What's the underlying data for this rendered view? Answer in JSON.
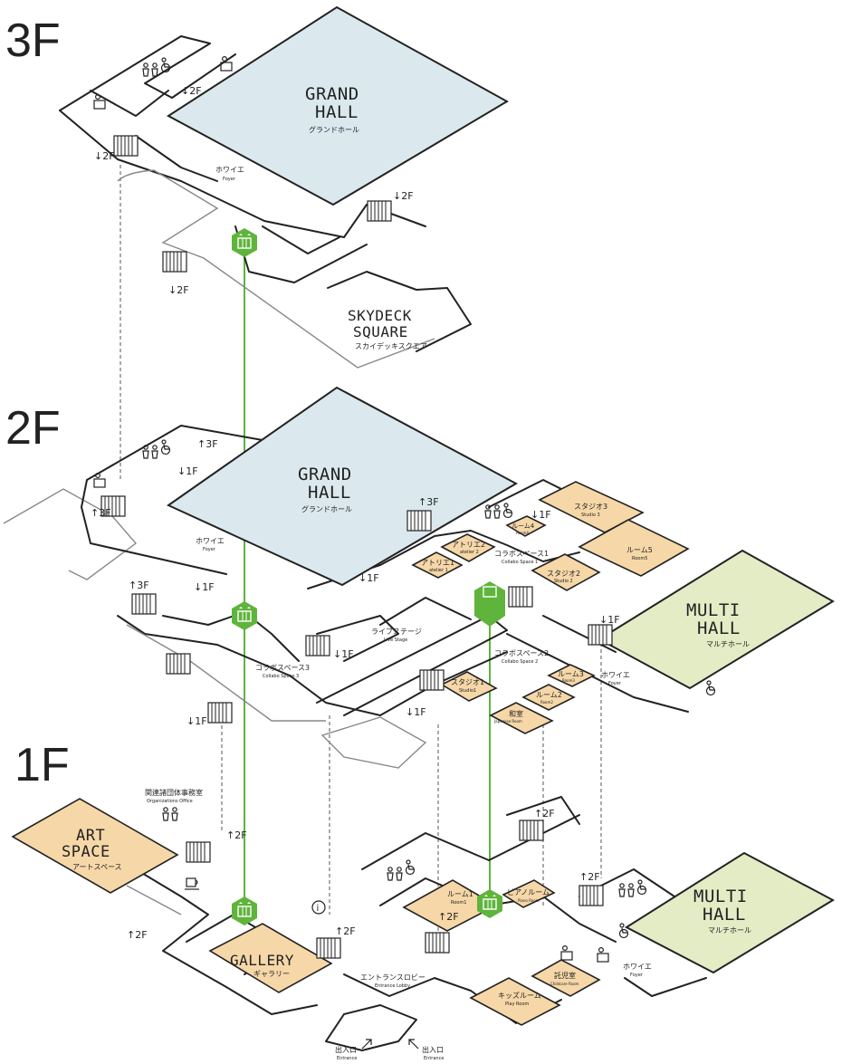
{
  "floors": [
    {
      "id": "3f",
      "label": "3F"
    },
    {
      "id": "2f",
      "label": "2F"
    },
    {
      "id": "1f",
      "label": "1F"
    }
  ],
  "halls": {
    "grand_3f": {
      "en_line1": "GRAND",
      "en_line2": "HALL",
      "jp": "グランドホール"
    },
    "grand_2f": {
      "en_line1": "GRAND",
      "en_line2": "HALL",
      "jp": "グランドホール"
    },
    "multi_2f": {
      "en_line1": "MULTI",
      "en_line2": "HALL",
      "jp": "マルチホール"
    },
    "multi_1f": {
      "en_line1": "MULTI",
      "en_line2": "HALL",
      "jp": "マルチホール"
    },
    "skydeck": {
      "en_line1": "SKYDECK",
      "en_line2": "SQUARE",
      "jp": "スカイデッキスクエア"
    },
    "art_space": {
      "en_line1": "ART",
      "en_line2": "SPACE",
      "jp": "アートスペース"
    },
    "gallery": {
      "en": "GALLERY",
      "jp": "ギャラリー"
    }
  },
  "labels": {
    "foyer_3f": {
      "jp": "ホワイエ",
      "en": "Foyer"
    },
    "foyer_2f": {
      "jp": "ホワイエ",
      "en": "Foyer"
    },
    "foyer_2f_multi": {
      "jp": "ホワイエ",
      "en": "Foyer"
    },
    "foyer_1f": {
      "jp": "ホワイエ",
      "en": "Foyer"
    },
    "collabo1": {
      "jp": "コラボスペース1",
      "en": "Collabo Space 1"
    },
    "collabo2": {
      "jp": "コラボスペース2",
      "en": "Collabo Space 2"
    },
    "collabo3": {
      "jp": "コラボスペース3",
      "en": "Collabo Space 3"
    },
    "live_stage": {
      "jp": "ライブステージ",
      "en": "Live Stage"
    },
    "org_office": {
      "jp": "関連諸団体事務室",
      "en": "Organizations Office"
    },
    "entrance_lobby": {
      "jp": "エントランスロビー",
      "en": "Entrance Lobby"
    },
    "entrance_left": {
      "jp": "出入口",
      "en": "Entrance"
    },
    "entrance_right": {
      "jp": "出入口",
      "en": "Entrance"
    }
  },
  "rooms": {
    "studio3": {
      "jp": "スタジオ3",
      "en": "Studio 3"
    },
    "room4": {
      "jp": "ルーム4",
      "en": "Room4"
    },
    "room5": {
      "jp": "ルーム5",
      "en": "Room5"
    },
    "studio2": {
      "jp": "スタジオ2",
      "en": "Studio 2"
    },
    "atelier2": {
      "jp": "アトリエ2",
      "en": "atelier 2"
    },
    "atelier1": {
      "jp": "アトリエ1",
      "en": "atelier 1"
    },
    "studio1": {
      "jp": "スタジオ1",
      "en": "Studio1"
    },
    "room3": {
      "jp": "ルーム3",
      "en": "Room3"
    },
    "room2": {
      "jp": "ルーム2",
      "en": "Room2"
    },
    "japanese": {
      "jp": "和室",
      "en": "Japanese Room"
    },
    "room1": {
      "jp": "ルーム1",
      "en": "Room1"
    },
    "piano": {
      "jp": "ピアノルーム",
      "en": "Piano Room"
    },
    "childcare": {
      "jp": "託児室",
      "en": "Childcare Room"
    },
    "kids": {
      "jp": "キッズルーム",
      "en": "Play Room"
    }
  },
  "floor_marks": {
    "d2f_a": "↓2F",
    "d2f_b": "↓2F",
    "d2f_c": "↓2F",
    "d2f_d": "↓2F",
    "u3f_a": "↑3F",
    "d1f_a": "↓1F",
    "u3f_b": "↑3F",
    "u3f_c": "↑3F",
    "d1f_b": "↓1F",
    "d1f_c": "↓1F",
    "d1f_d": "↓1F",
    "d1f_e": "↓1F",
    "d1f_f": "↓1F",
    "d1f_g": "↓1F",
    "d1f_h": "↓1F",
    "u3f_d": "↑3F",
    "u2f_a": "↑2F",
    "u2f_b": "↑2F",
    "u2f_c": "↑2F",
    "u2f_d": "↑2F",
    "u2f_e": "↑2F",
    "u2f_f": "↑2F"
  },
  "icons": [
    "toilet-icon",
    "accessible-toilet-icon",
    "nursing-room-icon",
    "elevator-icon",
    "stairs-icon",
    "cafe-icon",
    "info-icon"
  ],
  "colors": {
    "hall_blue": "#dbe9ee",
    "hall_green": "#e4ecc6",
    "room_orange": "#f6d7a8",
    "elevator_green": "#5fb43c",
    "line": "#222222"
  }
}
